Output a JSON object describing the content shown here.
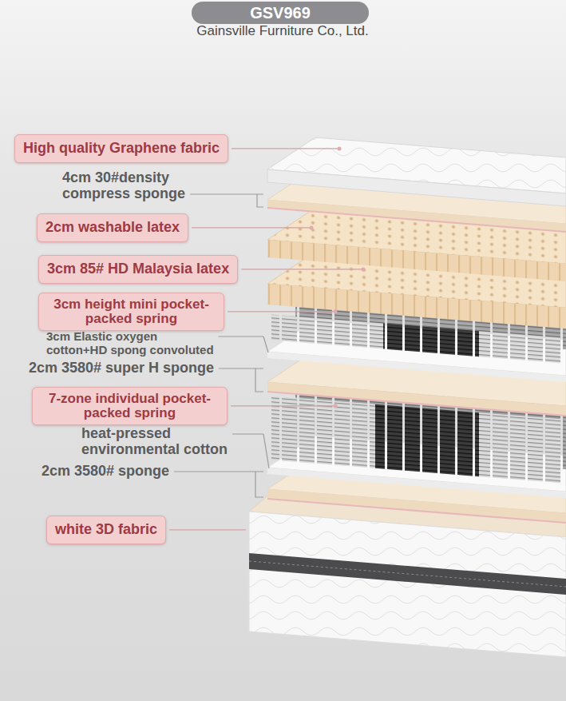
{
  "diagram": {
    "nodes": [
      {
        "text": [
          "GSV969"
        ]
      },
      {
        "text": [
          "High quality Graphene fabric"
        ]
      },
      {
        "text": [
          "2cm washable latex"
        ]
      },
      {
        "text": [
          "3cm 85# HD Malaysia latex"
        ]
      },
      {
        "text": [
          "3cm height mini pocket-packed spring"
        ]
      },
      {
        "text": [
          "7-zone individual pocket-packed spring"
        ]
      },
      {
        "text": [
          "white 3D fabric"
        ]
      }
    ],
    "labels": [
      "Gainsville Furniture Co., Ltd.",
      "4cm 30#density compress sponge",
      "3cm Elastic oxygen cotton+HD spong convoluted",
      "2cm 3580# super H sponge",
      "heat-pressed environmental cotton",
      "2cm 3580# sponge"
    ]
  }
}
